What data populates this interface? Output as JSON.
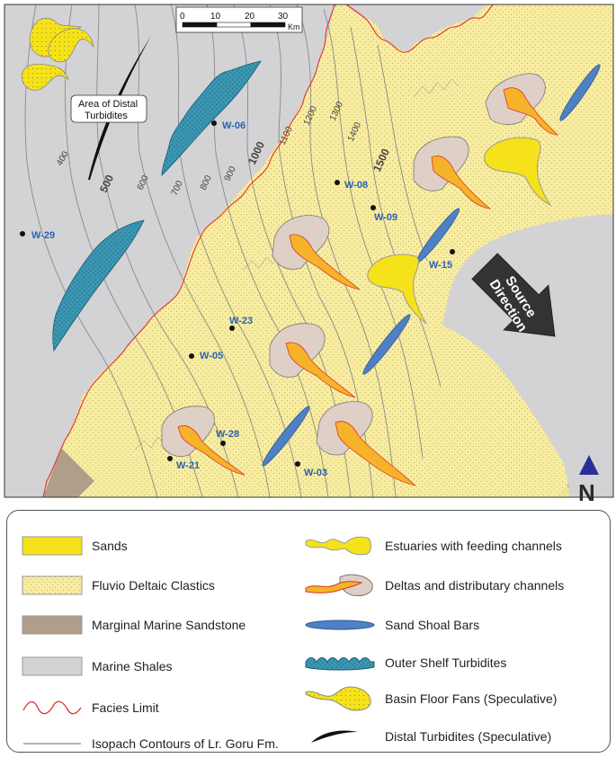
{
  "scale_bar": {
    "ticks": [
      "0",
      "10",
      "20",
      "30"
    ],
    "unit": "Km"
  },
  "annotation": {
    "line1": "Area of Distal",
    "line2": "Turbidites"
  },
  "north_arrow": {
    "letter": "N",
    "color": "#2b2f9a"
  },
  "source_arrow": {
    "line1": "Source",
    "line2": "Direction"
  },
  "contour_labels": [
    "400",
    "500",
    "600",
    "700",
    "800",
    "900",
    "1000",
    "1100",
    "1200",
    "1300",
    "1400",
    "1500"
  ],
  "wells": [
    "W-06",
    "W-29",
    "W-08",
    "W-09",
    "W-15",
    "W-23",
    "W-05",
    "W-28",
    "W-21",
    "W-03"
  ],
  "legend": {
    "left": [
      {
        "label": "Sands",
        "icon": "sands-swatch",
        "color": "#f5e21a"
      },
      {
        "label": "Fluvio Deltaic Clastics",
        "icon": "fluvio-deltaic-swatch",
        "color": "#f7eca0"
      },
      {
        "label": "Marginal Marine Sandstone",
        "icon": "marginal-marine-swatch",
        "color": "#b09e8a"
      },
      {
        "label": "Marine Shales",
        "icon": "marine-shales-swatch",
        "color": "#d3d3d5"
      },
      {
        "label": "Facies Limit",
        "icon": "facies-limit-line",
        "color": "#e0342c"
      },
      {
        "label": "Isopach Contours of Lr. Goru Fm.",
        "icon": "isopach-line",
        "color": "#888888"
      }
    ],
    "right": [
      {
        "label": "Estuaries with feeding channels",
        "icon": "estuary-symbol"
      },
      {
        "label": "Deltas and distributary channels",
        "icon": "delta-symbol"
      },
      {
        "label": "Sand Shoal Bars",
        "icon": "sand-shoal-symbol",
        "color": "#4f7fc4"
      },
      {
        "label": "Outer Shelf Turbidites",
        "icon": "outer-shelf-symbol",
        "color": "#3b97b3"
      },
      {
        "label": "Basin Floor Fans (Speculative)",
        "icon": "basin-fan-symbol"
      },
      {
        "label": "Distal Turbidites (Speculative)",
        "icon": "distal-turbidite-symbol"
      }
    ]
  }
}
